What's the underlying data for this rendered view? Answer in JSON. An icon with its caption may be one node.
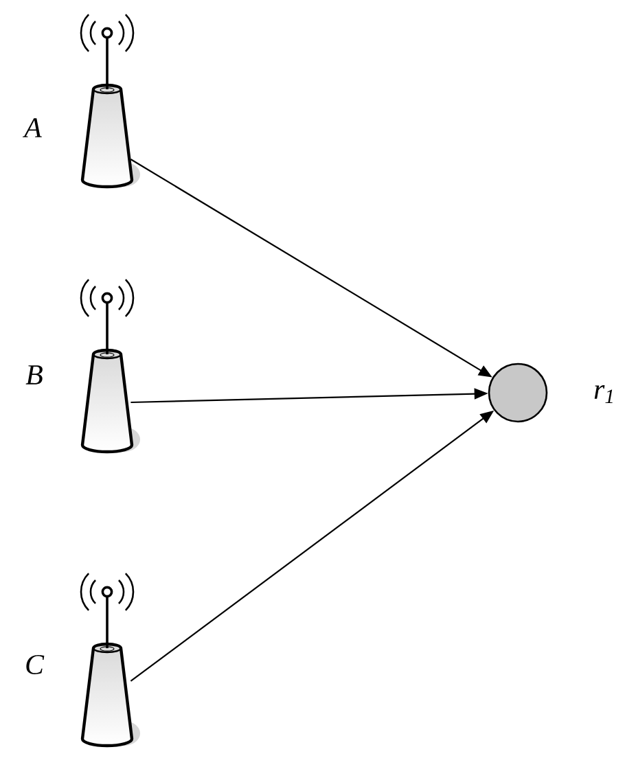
{
  "diagram": {
    "nodes": [
      {
        "text": [],
        "shape": "picture",
        "beside": [
          "A"
        ]
      },
      {
        "text": [],
        "shape": "picture",
        "beside": [
          "B"
        ]
      },
      {
        "text": [],
        "shape": "picture",
        "beside": [
          "C"
        ]
      },
      {
        "text": [],
        "shape": "circle",
        "beside": [
          "r$_{1}$"
        ]
      }
    ],
    "edges": [
      {
        "from": 0,
        "to": 3,
        "arrow": "to"
      },
      {
        "from": 1,
        "to": 3,
        "arrow": "to"
      },
      {
        "from": 2,
        "to": 3,
        "arrow": "to"
      }
    ]
  }
}
